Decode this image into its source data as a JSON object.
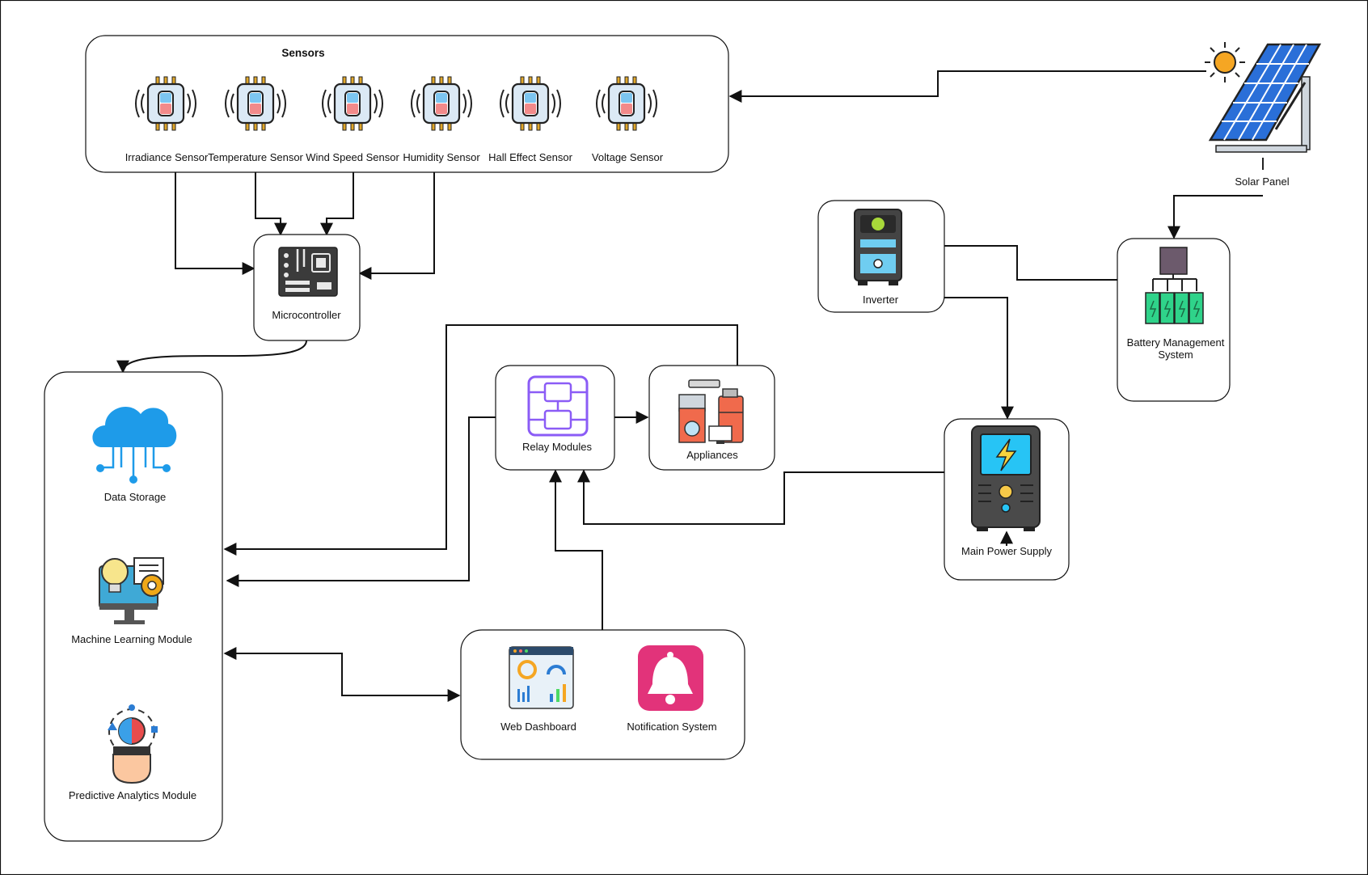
{
  "diagram": {
    "sensors_group": {
      "title": "Sensors",
      "items": [
        {
          "label": "Irradiance Sensor",
          "icon": "sensor-chip-icon"
        },
        {
          "label": "Temperature Sensor",
          "icon": "sensor-chip-icon"
        },
        {
          "label": "Wind Speed Sensor",
          "icon": "sensor-chip-icon"
        },
        {
          "label": "Humidity Sensor",
          "icon": "sensor-chip-icon"
        },
        {
          "label": "Hall Effect Sensor",
          "icon": "sensor-chip-icon"
        },
        {
          "label": "Voltage Sensor",
          "icon": "sensor-chip-icon"
        }
      ]
    },
    "microcontroller": {
      "label": "Microcontroller",
      "icon": "circuit-board-icon"
    },
    "data_storage": {
      "label": "Data Storage",
      "icon": "cloud-network-icon"
    },
    "ml_module": {
      "label": "Machine Learning Module",
      "icon": "ml-computer-icon"
    },
    "predictive": {
      "label": "Predictive Analytics Module",
      "icon": "analytics-head-icon"
    },
    "relay": {
      "label": "Relay Modules",
      "icon": "relay-icon"
    },
    "appliances": {
      "label": "Appliances",
      "icon": "appliances-icon"
    },
    "dashboard": {
      "label": "Web Dashboard",
      "icon": "dashboard-icon"
    },
    "notification": {
      "label": "Notification System",
      "icon": "bell-icon"
    },
    "inverter": {
      "label": "Inverter",
      "icon": "inverter-icon"
    },
    "main_power": {
      "label": "Main Power Supply",
      "icon": "power-supply-icon"
    },
    "battery": {
      "label_line1": "Battery Management",
      "label_line2": "System",
      "icon": "battery-icon"
    },
    "solar": {
      "label": "Solar Panel",
      "icon": "solar-panel-icon"
    }
  },
  "colors": {
    "stroke": "#111111",
    "cloud_blue": "#1e9be9",
    "relay_purple": "#8b5cf6",
    "bell_pink": "#e2337a",
    "battery_green": "#2fd38a",
    "solar_blue": "#2a6fd8",
    "sun_orange": "#f5a623",
    "lcd_blue": "#27c4f5"
  }
}
